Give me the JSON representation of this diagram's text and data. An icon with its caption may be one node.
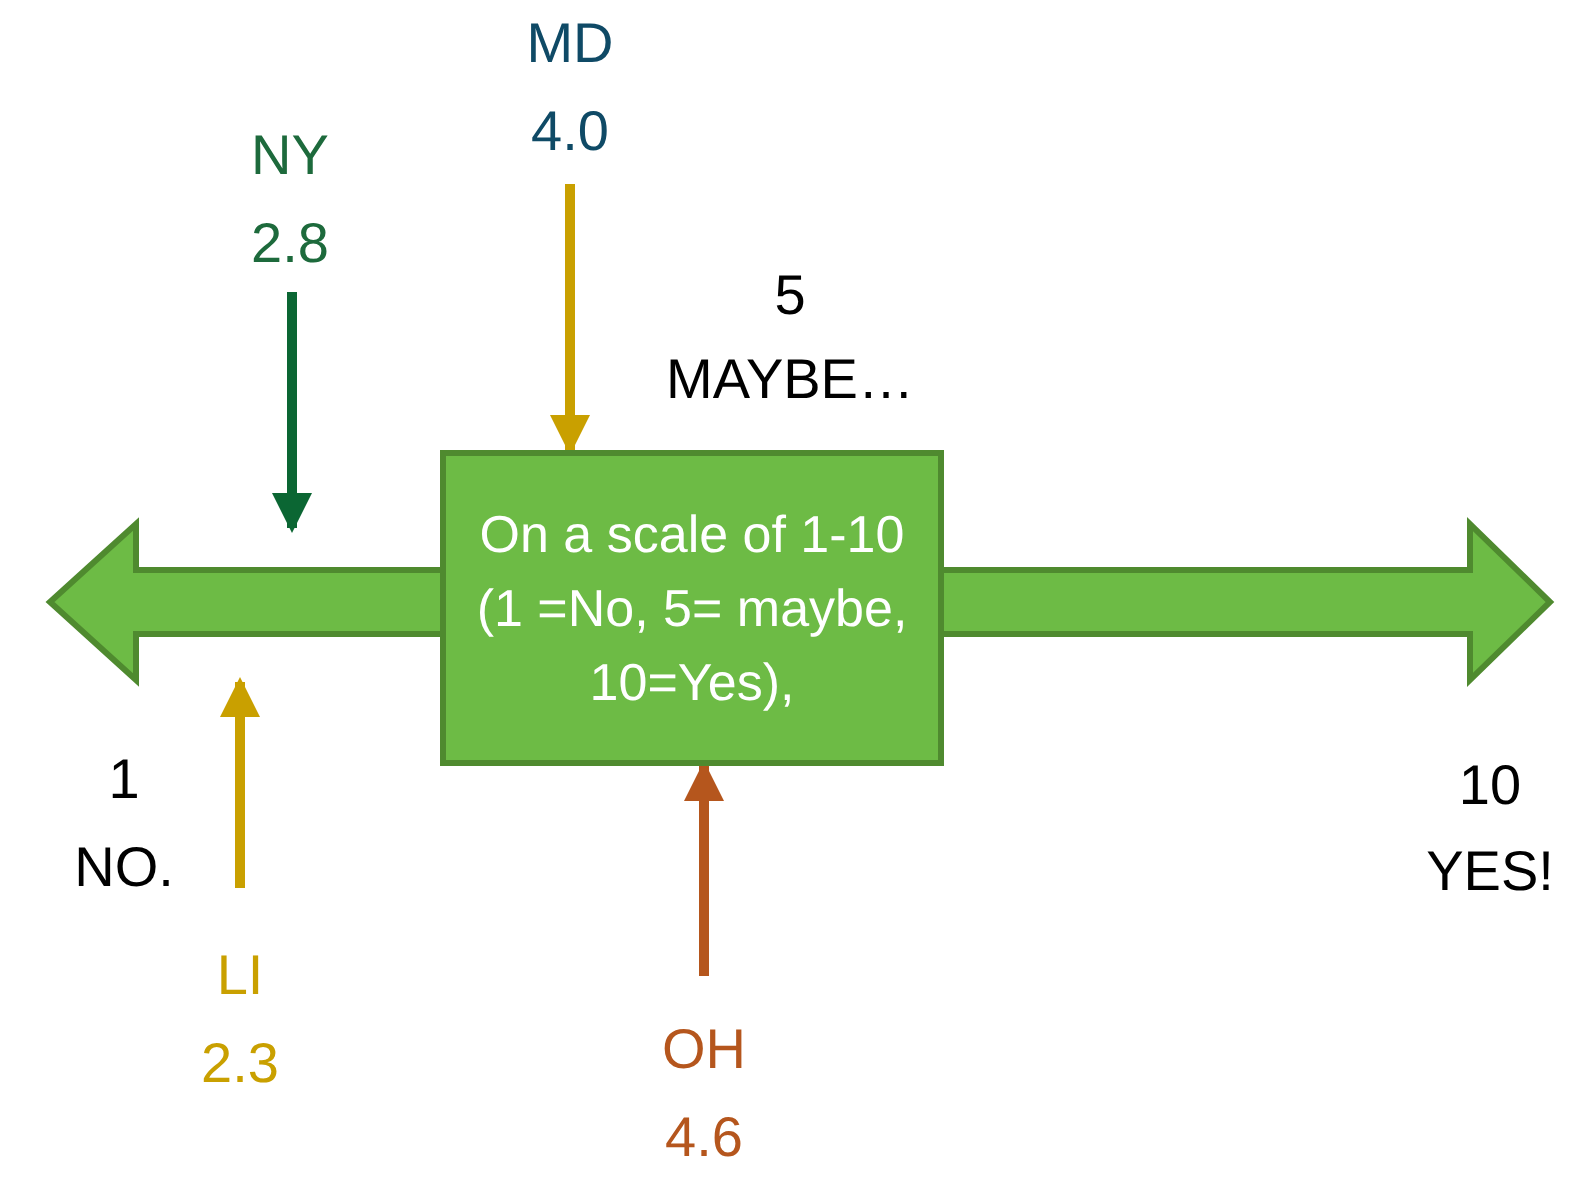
{
  "diagram": {
    "nodes": [
      {
        "text": [],
        "shape": "arrow"
      },
      {
        "text": [
          "On a scale of 1-10 (1 =No, 5= maybe, 10=Yes),"
        ]
      },
      {
        "text": [
          "MD",
          "4.0"
        ]
      },
      {
        "text": [
          "NY",
          "2.8"
        ]
      },
      {
        "text": [
          "LI",
          "2.3"
        ]
      },
      {
        "text": [
          "OH",
          "4.6"
        ]
      }
    ],
    "edges": [
      {
        "from": 2,
        "to": 1,
        "arrow": "to",
        "color": "#c9a000"
      },
      {
        "from": 3,
        "to": 0,
        "arrow": "to",
        "color": "#0b6633"
      },
      {
        "from": 4,
        "to": 0,
        "arrow": "to",
        "color": "#c9a000"
      },
      {
        "from": 5,
        "to": 1,
        "arrow": "to",
        "color": "#b5561d"
      }
    ],
    "labels": [
      "5",
      "MAYBE…",
      "1",
      "NO.",
      "10",
      "YES!"
    ]
  }
}
